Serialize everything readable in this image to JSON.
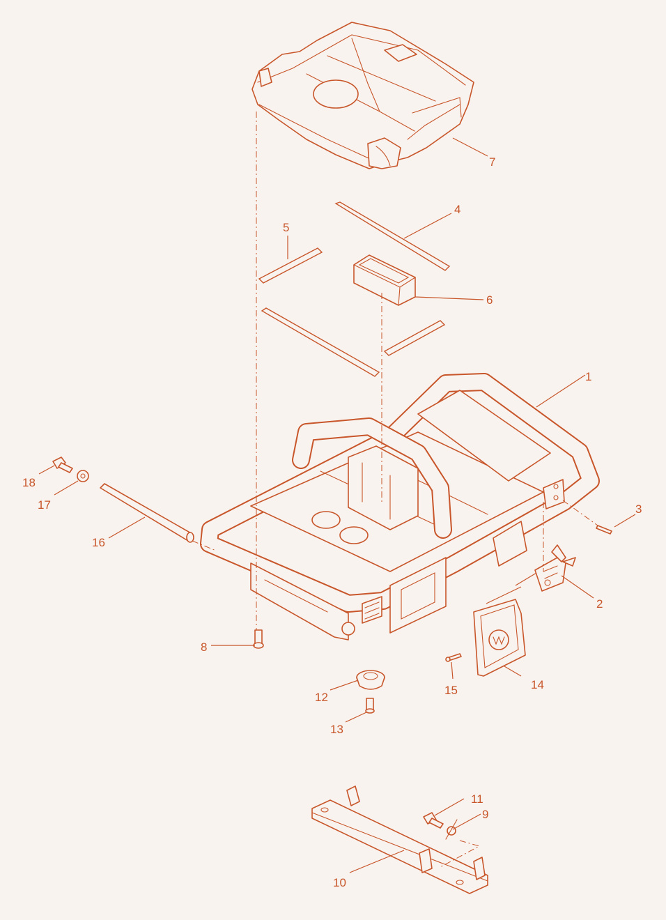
{
  "diagram": {
    "callouts": [
      {
        "id": "1",
        "label": "1"
      },
      {
        "id": "2",
        "label": "2"
      },
      {
        "id": "3",
        "label": "3"
      },
      {
        "id": "4",
        "label": "4"
      },
      {
        "id": "5",
        "label": "5"
      },
      {
        "id": "6",
        "label": "6"
      },
      {
        "id": "7",
        "label": "7"
      },
      {
        "id": "8",
        "label": "8"
      },
      {
        "id": "9",
        "label": "9"
      },
      {
        "id": "10",
        "label": "10"
      },
      {
        "id": "11",
        "label": "11"
      },
      {
        "id": "12",
        "label": "12"
      },
      {
        "id": "13",
        "label": "13"
      },
      {
        "id": "14",
        "label": "14"
      },
      {
        "id": "15",
        "label": "15"
      },
      {
        "id": "16",
        "label": "16"
      },
      {
        "id": "17",
        "label": "17"
      },
      {
        "id": "18",
        "label": "18"
      }
    ],
    "line_color": "#c8562a",
    "background_color": "#f8f3ef"
  }
}
